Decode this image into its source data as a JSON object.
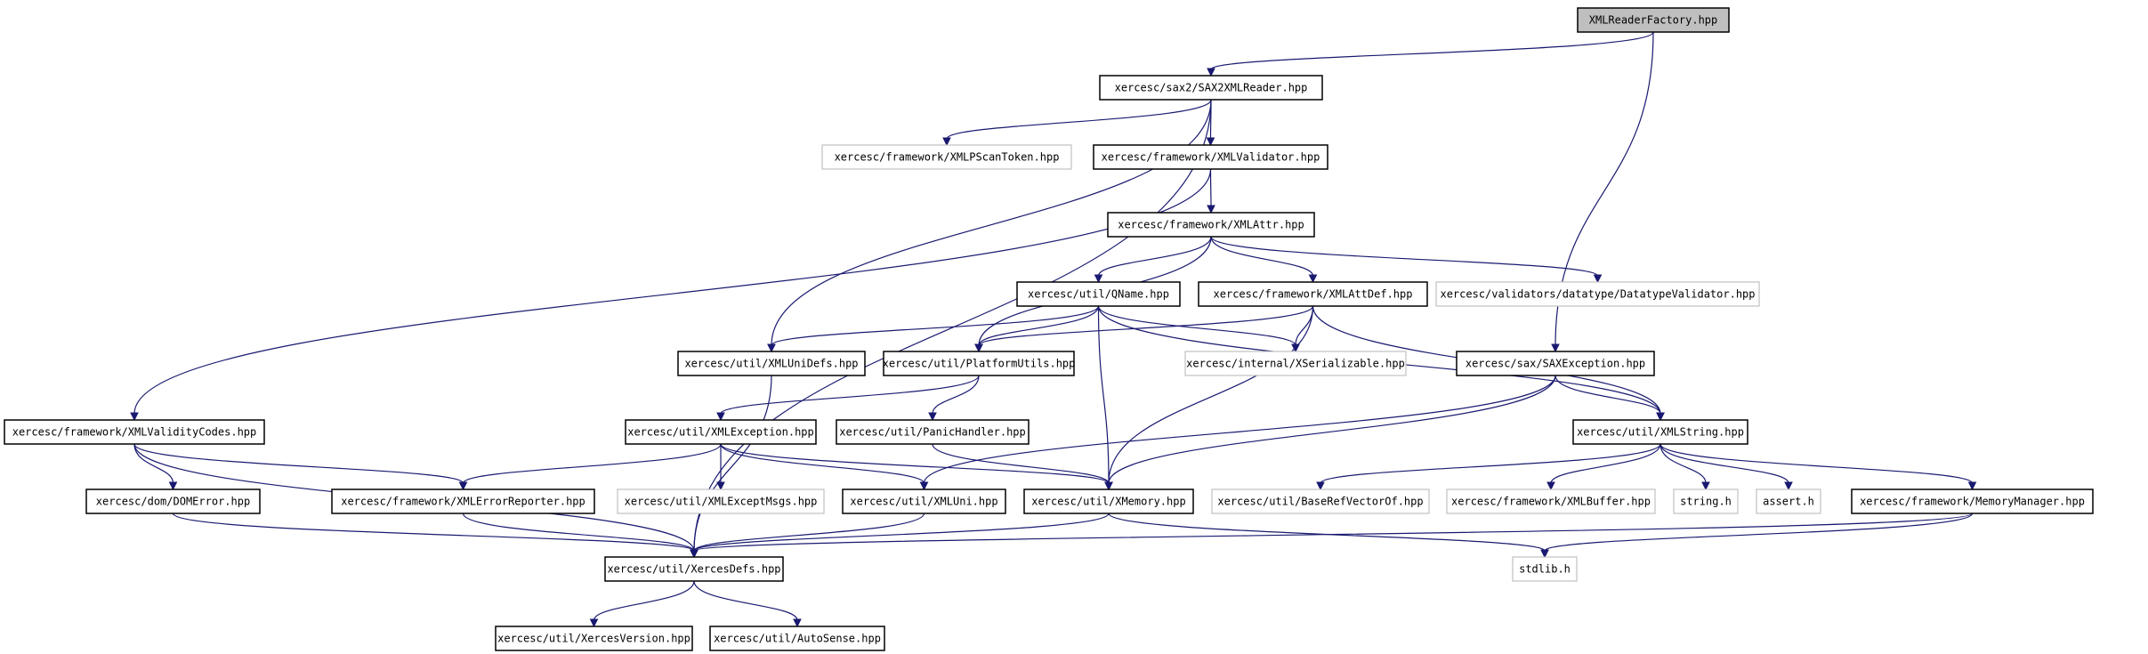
{
  "nodes": [
    {
      "id": "XMLReaderFactory",
      "label": "XMLReaderFactory.hpp",
      "kind": "root"
    },
    {
      "id": "SAX2XMLReader",
      "label": "xercesc/sax2/SAX2XMLReader.hpp",
      "kind": "normal"
    },
    {
      "id": "XMLPScanToken",
      "label": "xercesc/framework/XMLPScanToken.hpp",
      "kind": "external"
    },
    {
      "id": "XMLValidator",
      "label": "xercesc/framework/XMLValidator.hpp",
      "kind": "normal"
    },
    {
      "id": "XMLAttr",
      "label": "xercesc/framework/XMLAttr.hpp",
      "kind": "normal"
    },
    {
      "id": "QName",
      "label": "xercesc/util/QName.hpp",
      "kind": "normal"
    },
    {
      "id": "XMLAttDef",
      "label": "xercesc/framework/XMLAttDef.hpp",
      "kind": "normal"
    },
    {
      "id": "DatatypeValidator",
      "label": "xercesc/validators/datatype/DatatypeValidator.hpp",
      "kind": "external"
    },
    {
      "id": "XMLUniDefs",
      "label": "xercesc/util/XMLUniDefs.hpp",
      "kind": "normal"
    },
    {
      "id": "PlatformUtils",
      "label": "xercesc/util/PlatformUtils.hpp",
      "kind": "normal"
    },
    {
      "id": "XSerializable",
      "label": "xercesc/internal/XSerializable.hpp",
      "kind": "external"
    },
    {
      "id": "SAXException",
      "label": "xercesc/sax/SAXException.hpp",
      "kind": "normal"
    },
    {
      "id": "XMLValidityCodes",
      "label": "xercesc/framework/XMLValidityCodes.hpp",
      "kind": "normal"
    },
    {
      "id": "XMLException",
      "label": "xercesc/util/XMLException.hpp",
      "kind": "normal"
    },
    {
      "id": "PanicHandler",
      "label": "xercesc/util/PanicHandler.hpp",
      "kind": "normal"
    },
    {
      "id": "XMLString",
      "label": "xercesc/util/XMLString.hpp",
      "kind": "normal"
    },
    {
      "id": "DOMError",
      "label": "xercesc/dom/DOMError.hpp",
      "kind": "normal"
    },
    {
      "id": "XMLErrorReporter",
      "label": "xercesc/framework/XMLErrorReporter.hpp",
      "kind": "normal"
    },
    {
      "id": "XMLExceptMsgs",
      "label": "xercesc/util/XMLExceptMsgs.hpp",
      "kind": "external"
    },
    {
      "id": "XMLUni",
      "label": "xercesc/util/XMLUni.hpp",
      "kind": "normal"
    },
    {
      "id": "XMemory",
      "label": "xercesc/util/XMemory.hpp",
      "kind": "normal"
    },
    {
      "id": "BaseRefVectorOf",
      "label": "xercesc/util/BaseRefVectorOf.hpp",
      "kind": "external"
    },
    {
      "id": "XMLBuffer",
      "label": "xercesc/framework/XMLBuffer.hpp",
      "kind": "external"
    },
    {
      "id": "string_h",
      "label": "string.h",
      "kind": "external"
    },
    {
      "id": "assert_h",
      "label": "assert.h",
      "kind": "external"
    },
    {
      "id": "MemoryManager",
      "label": "xercesc/framework/MemoryManager.hpp",
      "kind": "normal"
    },
    {
      "id": "XercesDefs",
      "label": "xercesc/util/XercesDefs.hpp",
      "kind": "normal"
    },
    {
      "id": "stdlib_h",
      "label": "stdlib.h",
      "kind": "external"
    },
    {
      "id": "XercesVersion",
      "label": "xercesc/util/XercesVersion.hpp",
      "kind": "normal"
    },
    {
      "id": "AutoSense",
      "label": "xercesc/util/AutoSense.hpp",
      "kind": "normal"
    }
  ],
  "edges": [
    {
      "from": "XMLReaderFactory",
      "to": "SAX2XMLReader"
    },
    {
      "from": "XMLReaderFactory",
      "to": "SAXException"
    },
    {
      "from": "SAX2XMLReader",
      "to": "XMLPScanToken"
    },
    {
      "from": "SAX2XMLReader",
      "to": "XMLValidator"
    },
    {
      "from": "SAX2XMLReader",
      "to": "XMLUniDefs"
    },
    {
      "from": "SAX2XMLReader",
      "to": "XercesDefs"
    },
    {
      "from": "XMLValidator",
      "to": "XMLAttr"
    },
    {
      "from": "XMLValidator",
      "to": "XMLValidityCodes"
    },
    {
      "from": "XMLAttr",
      "to": "QName"
    },
    {
      "from": "XMLAttr",
      "to": "XMLAttDef"
    },
    {
      "from": "XMLAttr",
      "to": "DatatypeValidator"
    },
    {
      "from": "XMLAttr",
      "to": "PlatformUtils"
    },
    {
      "from": "QName",
      "to": "XMLUniDefs"
    },
    {
      "from": "QName",
      "to": "PlatformUtils"
    },
    {
      "from": "QName",
      "to": "XSerializable"
    },
    {
      "from": "QName",
      "to": "XMLString"
    },
    {
      "from": "QName",
      "to": "XMemory"
    },
    {
      "from": "XMLAttDef",
      "to": "PlatformUtils"
    },
    {
      "from": "XMLAttDef",
      "to": "XSerializable"
    },
    {
      "from": "XMLAttDef",
      "to": "XMLString"
    },
    {
      "from": "XMLAttDef",
      "to": "XMemory"
    },
    {
      "from": "XMLUniDefs",
      "to": "XercesDefs"
    },
    {
      "from": "PlatformUtils",
      "to": "XMLException"
    },
    {
      "from": "PlatformUtils",
      "to": "PanicHandler"
    },
    {
      "from": "SAXException",
      "to": "XMLString"
    },
    {
      "from": "SAXException",
      "to": "XMLUni"
    },
    {
      "from": "SAXException",
      "to": "XMemory"
    },
    {
      "from": "XMLValidityCodes",
      "to": "DOMError"
    },
    {
      "from": "XMLValidityCodes",
      "to": "XMLErrorReporter"
    },
    {
      "from": "XMLValidityCodes",
      "to": "XercesDefs"
    },
    {
      "from": "XMLException",
      "to": "XMLErrorReporter"
    },
    {
      "from": "XMLException",
      "to": "XMLExceptMsgs"
    },
    {
      "from": "XMLException",
      "to": "XMLUni"
    },
    {
      "from": "XMLException",
      "to": "XMemory"
    },
    {
      "from": "PanicHandler",
      "to": "XMemory"
    },
    {
      "from": "XMLString",
      "to": "BaseRefVectorOf"
    },
    {
      "from": "XMLString",
      "to": "XMLBuffer"
    },
    {
      "from": "XMLString",
      "to": "string_h"
    },
    {
      "from": "XMLString",
      "to": "assert_h"
    },
    {
      "from": "XMLString",
      "to": "MemoryManager"
    },
    {
      "from": "DOMError",
      "to": "XercesDefs"
    },
    {
      "from": "XMLErrorReporter",
      "to": "XercesDefs"
    },
    {
      "from": "XMLUni",
      "to": "XercesDefs"
    },
    {
      "from": "XMemory",
      "to": "XercesDefs"
    },
    {
      "from": "XMemory",
      "to": "stdlib_h"
    },
    {
      "from": "MemoryManager",
      "to": "XercesDefs"
    },
    {
      "from": "MemoryManager",
      "to": "stdlib_h"
    },
    {
      "from": "XercesDefs",
      "to": "XercesVersion"
    },
    {
      "from": "XercesDefs",
      "to": "AutoSense"
    }
  ]
}
